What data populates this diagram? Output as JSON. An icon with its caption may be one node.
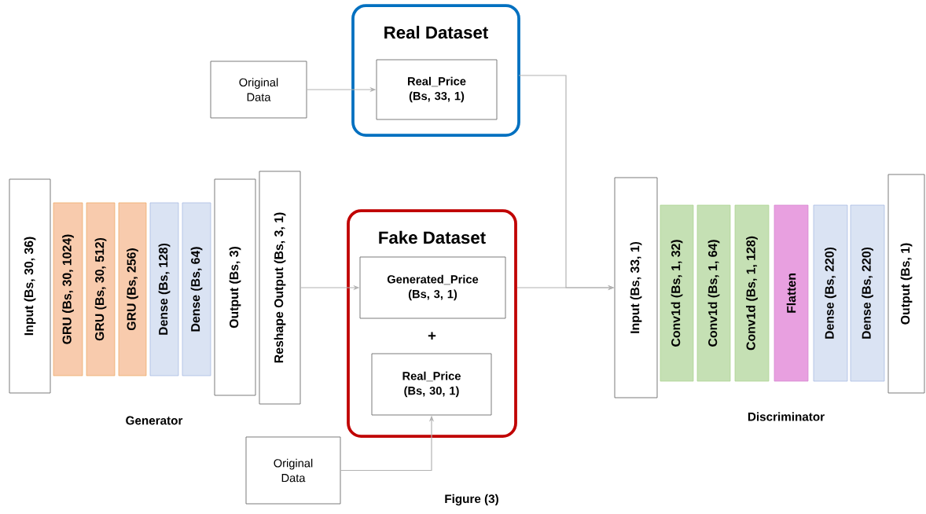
{
  "diagram": {
    "nodes": [
      {
        "text": [
          "Original Data"
        ]
      },
      {
        "text": [
          "Real Dataset"
        ]
      },
      {
        "text": [
          "Real_Price (Bs, 33, 1)"
        ],
        "in": 1
      },
      {
        "text": [
          "Input (Bs, 30, 36)"
        ]
      },
      {
        "text": [
          "GRU (Bs, 30, 1024)"
        ]
      },
      {
        "text": [
          "GRU (Bs, 30, 512)"
        ]
      },
      {
        "text": [
          "GRU (Bs, 256)"
        ]
      },
      {
        "text": [
          "Dense (Bs, 128)"
        ]
      },
      {
        "text": [
          "Dense (Bs, 64)"
        ]
      },
      {
        "text": [
          "Output (Bs, 3)"
        ]
      },
      {
        "text": [
          "Reshape Output (Bs, 3, 1)"
        ]
      },
      {
        "text": [
          "Fake Dataset",
          "+"
        ]
      },
      {
        "text": [
          "Generated_Price (Bs, 3, 1)"
        ],
        "in": 11
      },
      {
        "text": [
          "Real_Price (Bs, 30, 1)"
        ],
        "in": 11
      },
      {
        "text": [
          "Original Data"
        ]
      },
      {
        "text": [
          "Input (Bs, 33, 1)"
        ]
      },
      {
        "text": [
          "Conv1d (Bs, 1, 32)"
        ]
      },
      {
        "text": [
          "Conv1d (Bs, 1, 64)"
        ]
      },
      {
        "text": [
          "Conv1d (Bs, 1, 128)"
        ]
      },
      {
        "text": [
          "Flatten"
        ]
      },
      {
        "text": [
          "Dense (Bs, 220)"
        ]
      },
      {
        "text": [
          "Dense (Bs, 220)"
        ]
      },
      {
        "text": [
          "Output (Bs, 1)"
        ]
      }
    ],
    "edges": [
      {
        "from": 0,
        "to": 2,
        "arrow": "to"
      },
      {
        "from": 10,
        "to": 12,
        "arrow": "to"
      },
      {
        "from": 14,
        "to": 13,
        "arrow": "to"
      },
      {
        "from": 1,
        "to": 15,
        "arrow": "to"
      },
      {
        "from": 11,
        "to": 15,
        "arrow": "to"
      }
    ],
    "labels": [
      "Generator",
      "Discriminator",
      "Figure (3)"
    ]
  }
}
